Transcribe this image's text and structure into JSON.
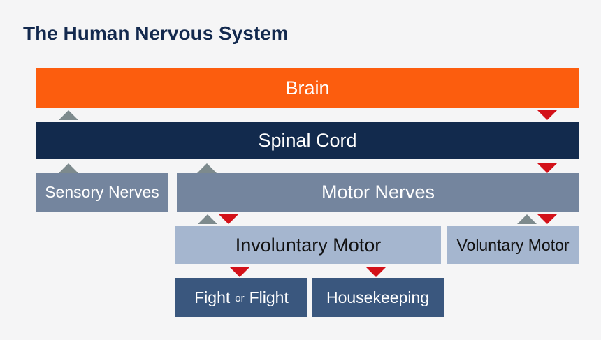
{
  "title": "The Human Nervous System",
  "colors": {
    "background": "#F5F5F6",
    "title_text": "#13294E",
    "brain_bar": "#FC5D0E",
    "spinal_bar": "#122A4D",
    "nerves_bar": "#74859E",
    "motor_sub_bar": "#A5B6CF",
    "function_bar": "#3A577E",
    "up_arrow": "#7D8A8D",
    "down_arrow": "#D31119",
    "dark_text": "#111111"
  },
  "diagram": {
    "brain": {
      "label": "Brain"
    },
    "spinal_cord": {
      "label": "Spinal Cord"
    },
    "sensory_nerves": {
      "label": "Sensory Nerves"
    },
    "motor_nerves": {
      "label": "Motor Nerves"
    },
    "involuntary_motor": {
      "label": "Involuntary Motor"
    },
    "voluntary_motor": {
      "label": "Voluntary Motor"
    },
    "fight_or_flight": {
      "label_parts": [
        "Fight",
        "or",
        "Flight"
      ]
    },
    "housekeeping": {
      "label": "Housekeeping"
    }
  }
}
